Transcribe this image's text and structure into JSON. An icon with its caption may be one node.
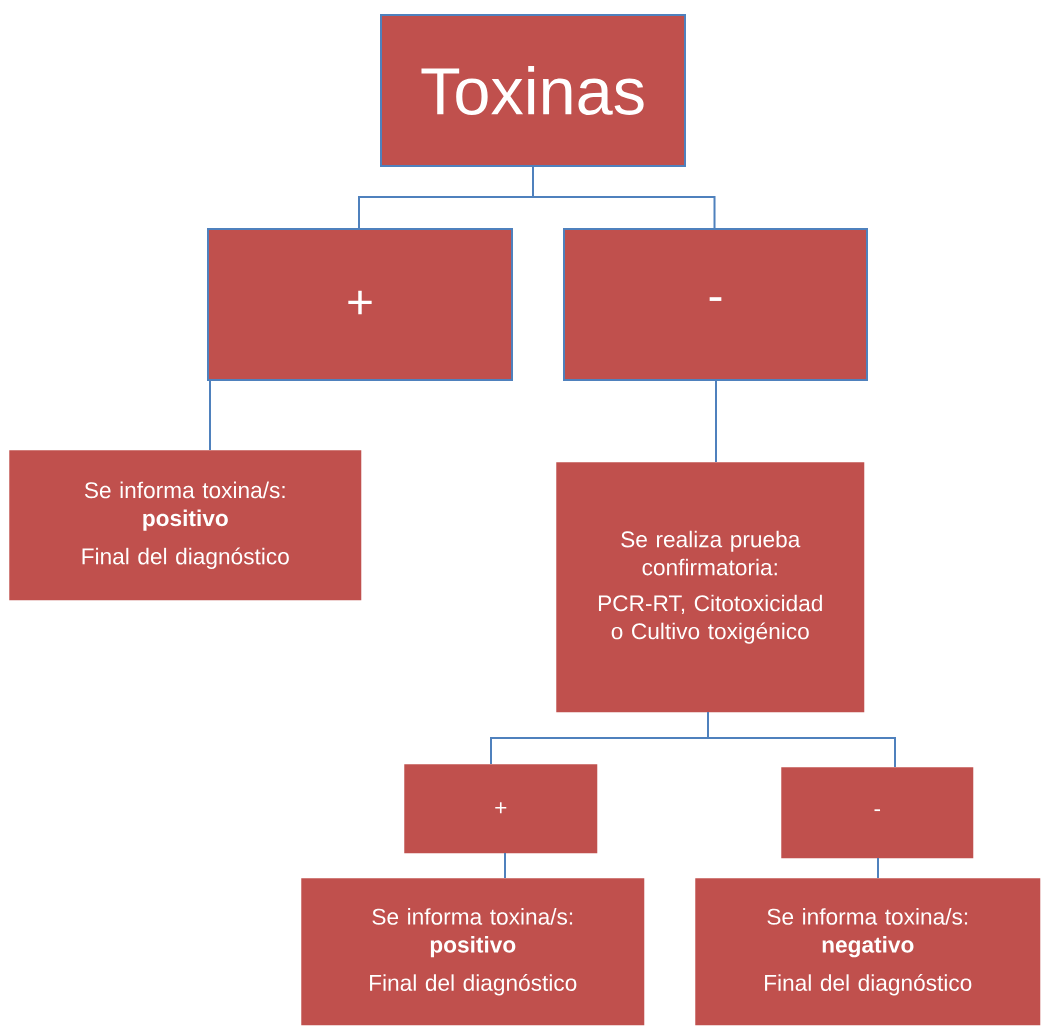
{
  "diagram": {
    "nodes": [
      {
        "text": [
          "Toxinas"
        ]
      },
      {
        "text": [
          "+"
        ]
      },
      {
        "text": [
          "-"
        ]
      },
      {
        "text": [
          "Se informa toxina/s:",
          "positivo",
          "Final del diagnóstico"
        ]
      },
      {
        "text": [
          "Se realiza prueba confirmatoria:",
          "PCR-RT, Citotoxicidad o Cultivo toxigénico"
        ]
      },
      {
        "text": [
          "+"
        ]
      },
      {
        "text": [
          "-"
        ]
      },
      {
        "text": [
          "Se informa toxina/s:",
          "positivo",
          "Final del diagnóstico"
        ]
      },
      {
        "text": [
          "Se informa toxina/s:",
          "negativo",
          "Final del diagnóstico"
        ]
      }
    ],
    "edges": [
      {
        "from": 0,
        "to": 1,
        "arrow": "none"
      },
      {
        "from": 0,
        "to": 2,
        "arrow": "none"
      },
      {
        "from": 1,
        "to": 3,
        "arrow": "none"
      },
      {
        "from": 2,
        "to": 4,
        "arrow": "none"
      },
      {
        "from": 4,
        "to": 5,
        "arrow": "none"
      },
      {
        "from": 4,
        "to": 6,
        "arrow": "none"
      },
      {
        "from": 5,
        "to": 7,
        "arrow": "none"
      },
      {
        "from": 6,
        "to": 8,
        "arrow": "none"
      }
    ]
  }
}
